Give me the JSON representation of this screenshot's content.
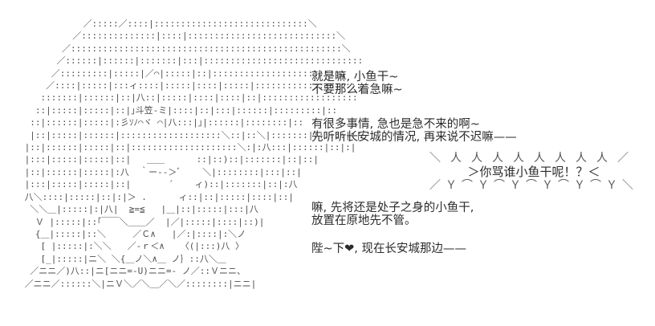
{
  "colors": {
    "background": "#ffffff",
    "art_gray": "#4d4d4d",
    "text_dark": "#2b2b2b"
  },
  "ascii_art": {
    "description": "AA character wearing a bamboo hat (斗笠)",
    "text": "            ／:::::／::::|:::::::::::::::::::::::::::::＼\n          ／::::::::::::::|::::|::::::::::::::::::::::::::::＼\n        ／:::::::::::::::::::::::::::::::::::::::::::::::::::＼\n       ／::::::|::::::|:::::::|:::|::::::::::::::::::::::::::::::\n      ／:::::::::|:::::|／⌒|:::::|::|:::::::::::::::::::::::::\n     ／::::|:::::|:::ィ::::|:::::|::::|:::::|::::::::::::::::::::\n    :::::::|::::::|::|八::|:::::|::::|::::|::|::::::::::::::::::\n   ::|:::::|:::::|::|｣斗笠-ミ|::::|::|:::|::::::|:::::::::|::\n  ::|::::::|:::::|:彡ｿﾉ⌒ヾ ⌒|八:::|｣|::::::|::::::::|::\n  |::|:::::|::::::|:::::::::::::::::::＼::|::＼|:::::::|::::::|:|\n |::|::::::|:::::|::|::::::::::::::::::::＼:|:八:::|::::::|::|:|\n |:::|:::::|:::::|::|   ＿＿      ::|::)::|:::::::|::|::|\n |::|::::::|:::::|:八  ｀ー--＞ﾞ    ＼|::::::::|:::|::|\n |:::|:::::|:::::|::|       ´    ィ)::|:::::::|::|:八\n 八＼::::|:::::|::|:|＞ .      ィ::|::|:::::|::::|::|\n  ＼＼＿|:::::|:|八|  ≧=≦   |＿|::|:::::|:::|八\n   Ｖ |:::::|::｢￣￣＼＿＿／  |／|:::::|::::|::)|\n   {＿|:::::|::＼     ／Ｃ∧   |／:|::::|:＼ノ\n    [ |:::::|:＼＼   ／-ｒ＜∧   〈(|:::)八 〉\n    [_|:::::|ニ＼ ＼{＿ノ＼∧＿ ノ｝::八＼＿\n  ／ニニ／)八::|ニ[ニニ=-U)ニニ=- ノ／::Ｖニニ、\n ／ニニ／::::::＼|ニＶ＼／＼＿／＼／::::::::|ニニ|"
  },
  "dialogue": {
    "line1": "就是嘛, 小鱼干~",
    "line2": "不要那么着急嘛~",
    "line3": "有很多事情, 急也是急不来的啊~",
    "line4": "先听听长安城的情况, 再来说不迟嘛——",
    "line5": "嘛, 先将还是处子之身的小鱼干,",
    "line6": "放置在原地先不管。",
    "line7": "陛~下❤, 现在长安城那边——"
  },
  "shout_bubble": {
    "zig_top": "＼人人人人人人人人／",
    "text": "＞你骂谁小鱼干呢！？＜",
    "zig_bottom": "／Ｙ⌒Ｙ⌒Ｙ⌒Ｙ⌒Ｙ⌒Ｙ＼"
  }
}
